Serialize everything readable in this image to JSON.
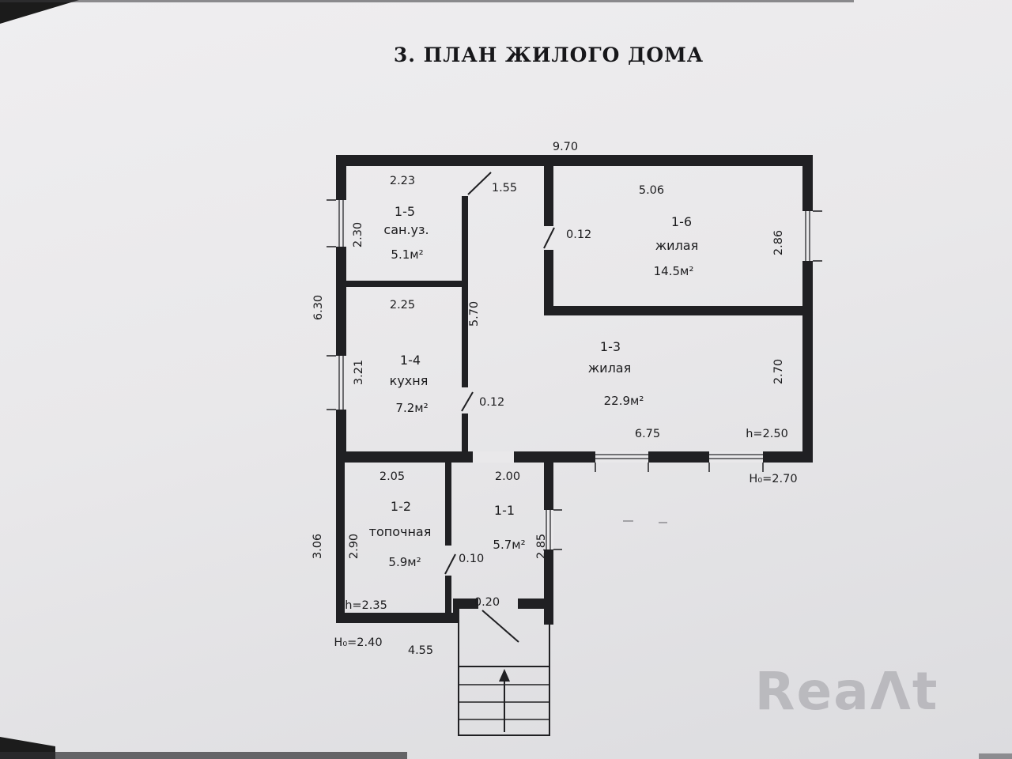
{
  "page": {
    "title": "3. ПЛАН ЖИЛОГО ДОМА",
    "watermark": "ReaΛt"
  },
  "rooms": [
    {
      "id": "1-5",
      "name": "сан.уз.",
      "area": "5.1м²"
    },
    {
      "id": "1-6",
      "name": "жилая",
      "area": "14.5м²"
    },
    {
      "id": "1-4",
      "name": "кухня",
      "area": "7.2м²"
    },
    {
      "id": "1-3",
      "name": "жилая",
      "area": "22.9м²"
    },
    {
      "id": "1-2",
      "name": "топочная",
      "area": "5.9м²"
    },
    {
      "id": "1-1",
      "name": "",
      "area": "5.7м²"
    }
  ],
  "dims": {
    "overall_width": "9.70",
    "left_height": "6.30",
    "room15_w": "2.23",
    "room15_h": "2.30",
    "hall_w": "1.55",
    "hall_h": "5.70",
    "room16_w": "5.06",
    "room16_h": "2.86",
    "door16": "0.12",
    "kitchen_w": "2.25",
    "kitchen_h": "3.21",
    "door14": "0.12",
    "room13_w": "6.75",
    "room13_h": "2.70",
    "room13_ceiling": "h=2.50",
    "main_floor_height": "H₀=2.70",
    "room12_w": "2.05",
    "room12_h": "2.90",
    "room11_w": "2.00",
    "room11_h": "2.85",
    "annex_left_h": "3.06",
    "door12": "0.10",
    "annex_ceiling": "h=2.35",
    "entry_door": "0.20",
    "annex_floor_height": "H₀=2.40",
    "annex_width": "4.55"
  }
}
